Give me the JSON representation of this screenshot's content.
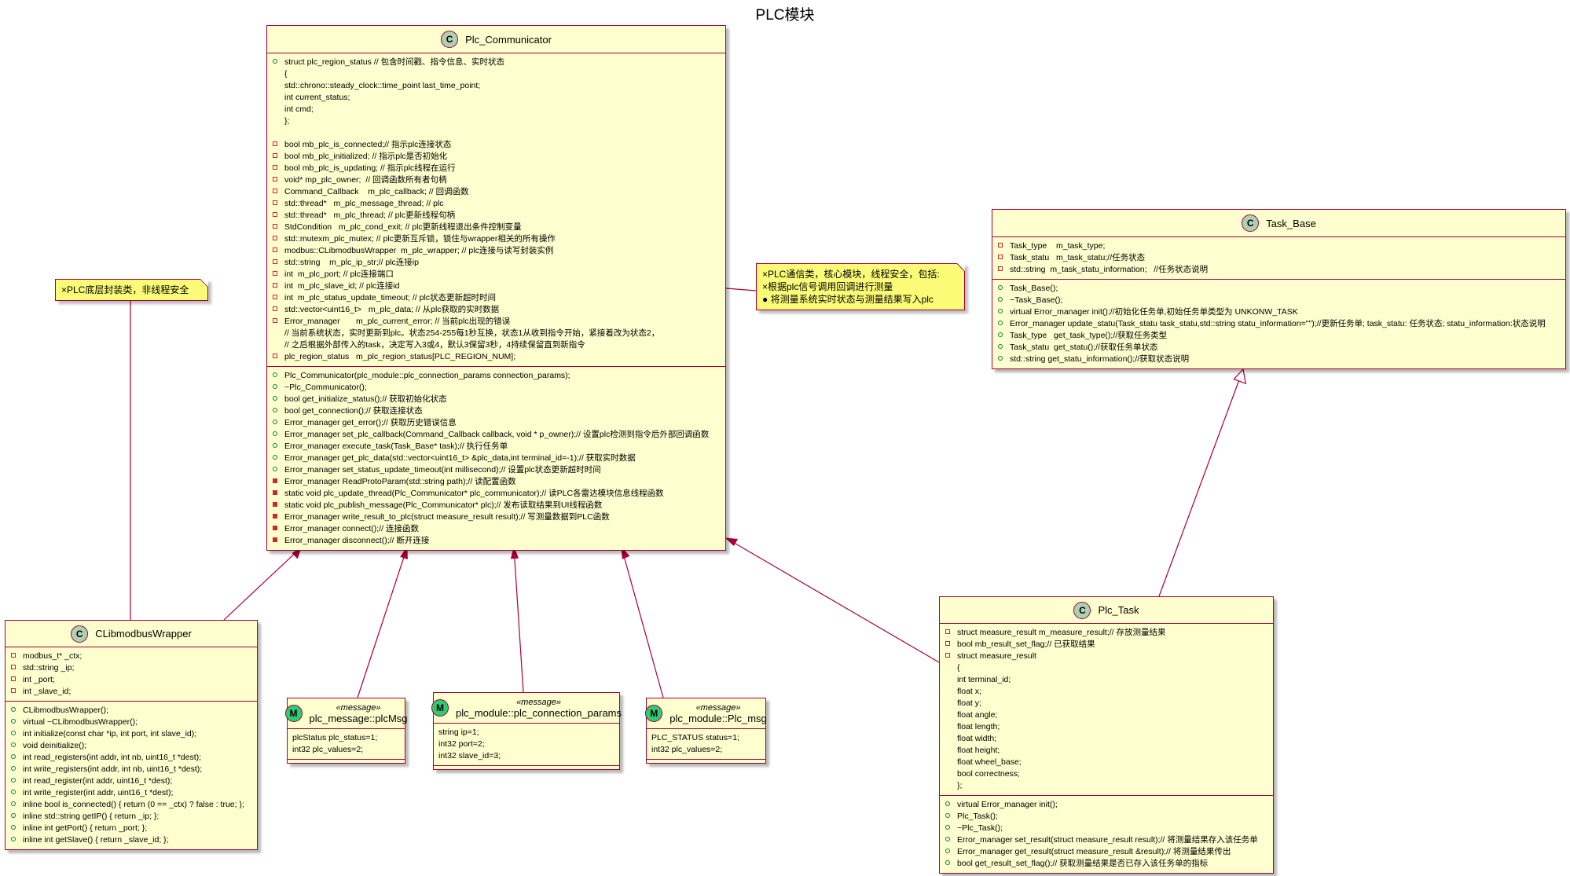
{
  "title": "PLC模块",
  "classes": {
    "plc_communicator": {
      "name": "Plc_Communicator",
      "attributes": [
        {
          "vis": "pub",
          "text": "struct plc_region_status // 包含时间戳、指令信息、实时状态"
        },
        {
          "vis": "",
          "text": "{"
        },
        {
          "vis": "",
          "text": "std::chrono::steady_clock::time_point last_time_point;"
        },
        {
          "vis": "",
          "text": "int current_status;"
        },
        {
          "vis": "",
          "text": "int cmd;"
        },
        {
          "vis": "",
          "text": "};"
        },
        {
          "vis": "",
          "text": ""
        },
        {
          "vis": "priv",
          "text": "bool mb_plc_is_connected;// 指示plc连接状态"
        },
        {
          "vis": "priv",
          "text": "bool mb_plc_initialized; // 指示plc是否初始化"
        },
        {
          "vis": "priv",
          "text": "bool mb_plc_is_updating; // 指示plc线程在运行"
        },
        {
          "vis": "priv",
          "text": "void* mp_plc_owner;  // 回调函数所有者句柄"
        },
        {
          "vis": "priv",
          "text": "Command_Callback    m_plc_callback; // 回调函数"
        },
        {
          "vis": "priv",
          "text": "std::thread*   m_plc_message_thread; // plc"
        },
        {
          "vis": "priv",
          "text": "std::thread*   m_plc_thread; // plc更新线程句柄"
        },
        {
          "vis": "priv",
          "text": "StdCondition   m_plc_cond_exit; // plc更新线程退出条件控制变量"
        },
        {
          "vis": "priv",
          "text": "std::mutexm_plc_mutex; // plc更新互斥锁，锁住与wrapper相关的所有操作"
        },
        {
          "vis": "priv",
          "text": "modbus::CLibmodbusWrapper  m_plc_wrapper; // plc连接与读写封装实例"
        },
        {
          "vis": "priv",
          "text": "std::string    m_plc_ip_str;// plc连接ip"
        },
        {
          "vis": "priv",
          "text": "int  m_plc_port; // plc连接端口"
        },
        {
          "vis": "priv",
          "text": "int  m_plc_slave_id; // plc连接id"
        },
        {
          "vis": "priv",
          "text": "int  m_plc_status_update_timeout; // plc状态更新超时时间"
        },
        {
          "vis": "priv",
          "text": "std::vector<uint16_t>   m_plc_data; // 从plc获取的实时数据"
        },
        {
          "vis": "priv",
          "text": "Error_manager       m_plc_current_error; // 当前plc出现的错误"
        },
        {
          "vis": "",
          "text": "// 当前系统状态，实时更新到plc。状态254-255每1秒互换，状态1从收到指令开始，紧接着改为状态2，"
        },
        {
          "vis": "",
          "text": "// 之后根据外部传入的task，决定写入3或4，默认3保留3秒，4持续保留直到新指令"
        },
        {
          "vis": "priv",
          "text": "plc_region_status   m_plc_region_status[PLC_REGION_NUM];"
        }
      ],
      "methods": [
        {
          "vis": "pub",
          "text": "Plc_Communicator(plc_module::plc_connection_params connection_params);"
        },
        {
          "vis": "pub",
          "text": "~Plc_Communicator();"
        },
        {
          "vis": "pub",
          "text": "bool get_initialize_status();// 获取初始化状态"
        },
        {
          "vis": "pub",
          "text": "bool get_connection();// 获取连接状态"
        },
        {
          "vis": "pub",
          "text": "Error_manager get_error();// 获取历史错误信息"
        },
        {
          "vis": "pub",
          "text": "Error_manager set_plc_callback(Command_Callback callback, void * p_owner);// 设置plc检测到指令后外部回调函数"
        },
        {
          "vis": "pub",
          "text": "Error_manager execute_task(Task_Base* task);// 执行任务单"
        },
        {
          "vis": "pub",
          "text": "Error_manager get_plc_data(std::vector<uint16_t> &plc_data,int terminal_id=-1);// 获取实时数据"
        },
        {
          "vis": "pub",
          "text": "Error_manager set_status_update_timeout(int millisecond);// 设置plc状态更新超时时间"
        },
        {
          "vis": "privm",
          "text": "Error_manager ReadProtoParam(std::string path);// 读配置函数"
        },
        {
          "vis": "privm",
          "text": "static void plc_update_thread(Plc_Communicator* plc_communicator);// 读PLC各雷达模块信息线程函数"
        },
        {
          "vis": "privm",
          "text": "static void plc_publish_message(Plc_Communicator* plc);// 发布读取结果到UI线程函数"
        },
        {
          "vis": "privm",
          "text": "Error_manager write_result_to_plc(struct measure_result result);// 写测量数据到PLC函数"
        },
        {
          "vis": "privm",
          "text": "Error_manager connect();// 连接函数"
        },
        {
          "vis": "privm",
          "text": "Error_manager disconnect();// 断开连接"
        }
      ]
    },
    "task_base": {
      "name": "Task_Base",
      "attributes": [
        {
          "vis": "priv",
          "text": "Task_type    m_task_type;"
        },
        {
          "vis": "priv",
          "text": "Task_statu   m_task_statu;//任务状态"
        },
        {
          "vis": "priv",
          "text": "std::string  m_task_statu_information;   //任务状态说明"
        }
      ],
      "methods": [
        {
          "vis": "pub",
          "text": "Task_Base();"
        },
        {
          "vis": "pub",
          "text": "~Task_Base();"
        },
        {
          "vis": "pub",
          "text": "virtual Error_manager init();//初始化任务单,初始任务单类型为 UNKONW_TASK"
        },
        {
          "vis": "pub",
          "text": "Error_manager update_statu(Task_statu task_statu,std::string statu_information=\"\");//更新任务单; task_statu: 任务状态; statu_information:状态说明"
        },
        {
          "vis": "pub",
          "text": "Task_type   get_task_type();//获取任务类型"
        },
        {
          "vis": "pub",
          "text": "Task_statu  get_statu();//获取任务单状态"
        },
        {
          "vis": "pub",
          "text": "std::string get_statu_information();//获取状态说明"
        }
      ]
    },
    "clibmodbus_wrapper": {
      "name": "CLibmodbusWrapper",
      "attributes": [
        {
          "vis": "priv",
          "text": "modbus_t* _ctx;"
        },
        {
          "vis": "priv",
          "text": "std::string _ip;"
        },
        {
          "vis": "priv",
          "text": "int _port;"
        },
        {
          "vis": "priv",
          "text": "int _slave_id;"
        }
      ],
      "methods": [
        {
          "vis": "pub",
          "text": "CLibmodbusWrapper();"
        },
        {
          "vis": "pub",
          "text": "virtual ~CLibmodbusWrapper();"
        },
        {
          "vis": "pub",
          "text": "int initialize(const char *ip, int port, int slave_id);"
        },
        {
          "vis": "pub",
          "text": "void deinitialize();"
        },
        {
          "vis": "pub",
          "text": "int read_registers(int addr, int nb, uint16_t *dest);"
        },
        {
          "vis": "pub",
          "text": "int write_registers(int addr, int nb, uint16_t *dest);"
        },
        {
          "vis": "pub",
          "text": "int read_register(int addr, uint16_t *dest);"
        },
        {
          "vis": "pub",
          "text": "int write_register(int addr, uint16_t *dest);"
        },
        {
          "vis": "pub",
          "text": "inline bool is_connected() { return (0 == _ctx) ? false : true; };"
        },
        {
          "vis": "pub",
          "text": "inline std::string getIP() { return _ip; };"
        },
        {
          "vis": "pub",
          "text": "inline int getPort() { return _port; };"
        },
        {
          "vis": "pub",
          "text": "inline int getSlave() { return _slave_id; };"
        }
      ]
    },
    "plc_task": {
      "name": "Plc_Task",
      "attributes": [
        {
          "vis": "priv",
          "text": "struct measure_result m_measure_result;// 存放测量结果"
        },
        {
          "vis": "priv",
          "text": "bool mb_result_set_flag;// 已获取结果"
        },
        {
          "vis": "priv",
          "text": "struct measure_result"
        },
        {
          "vis": "",
          "text": "{"
        },
        {
          "vis": "",
          "text": "int terminal_id;"
        },
        {
          "vis": "",
          "text": "float x;"
        },
        {
          "vis": "",
          "text": "float y;"
        },
        {
          "vis": "",
          "text": "float angle;"
        },
        {
          "vis": "",
          "text": "float length;"
        },
        {
          "vis": "",
          "text": "float width;"
        },
        {
          "vis": "",
          "text": "float height;"
        },
        {
          "vis": "",
          "text": "float wheel_base;"
        },
        {
          "vis": "",
          "text": "bool correctness;"
        },
        {
          "vis": "",
          "text": "};"
        }
      ],
      "methods": [
        {
          "vis": "pub",
          "text": "virtual Error_manager init();"
        },
        {
          "vis": "pub",
          "text": "Plc_Task();"
        },
        {
          "vis": "pub",
          "text": "~Plc_Task();"
        },
        {
          "vis": "pub",
          "text": "Error_manager set_result(struct measure_result result);// 将测量结果存入该任务单"
        },
        {
          "vis": "pub",
          "text": "Error_manager get_result(struct measure_result &result);// 将测量结果传出"
        },
        {
          "vis": "pub",
          "text": "bool get_result_set_flag();// 获取测量结果是否已存入该任务单的指标"
        }
      ]
    }
  },
  "messages": [
    {
      "stereotype": "«message»",
      "name": "plc_message::plcMsg",
      "fields": [
        "plcStatus plc_status=1;",
        "int32 plc_values=2;"
      ]
    },
    {
      "stereotype": "«message»",
      "name": "plc_module::plc_connection_params",
      "fields": [
        "string ip=1;",
        "int32 port=2;",
        "int32 slave_id=3;"
      ]
    },
    {
      "stereotype": "«message»",
      "name": "plc_module::Plc_msg",
      "fields": [
        "PLC_STATUS status=1;",
        "int32 plc_values=2;"
      ]
    }
  ],
  "badges": {
    "class": "C",
    "message": "M"
  },
  "notes": {
    "wrapper_note": [
      "×PLC底层封装类，非线程安全"
    ],
    "communicator_note": [
      "×PLC通信类，核心模块，线程安全，包括:",
      "×根据plc信号调用回调进行测量",
      "● 将测量系统实时状态与测量结果写入plc"
    ]
  },
  "colors": {
    "class_bg": "#FEFECE",
    "border": "#A80036",
    "note_bg": "#FBFB77",
    "class_badge": "#ADD1B2",
    "message_badge": "#2ECC71"
  }
}
